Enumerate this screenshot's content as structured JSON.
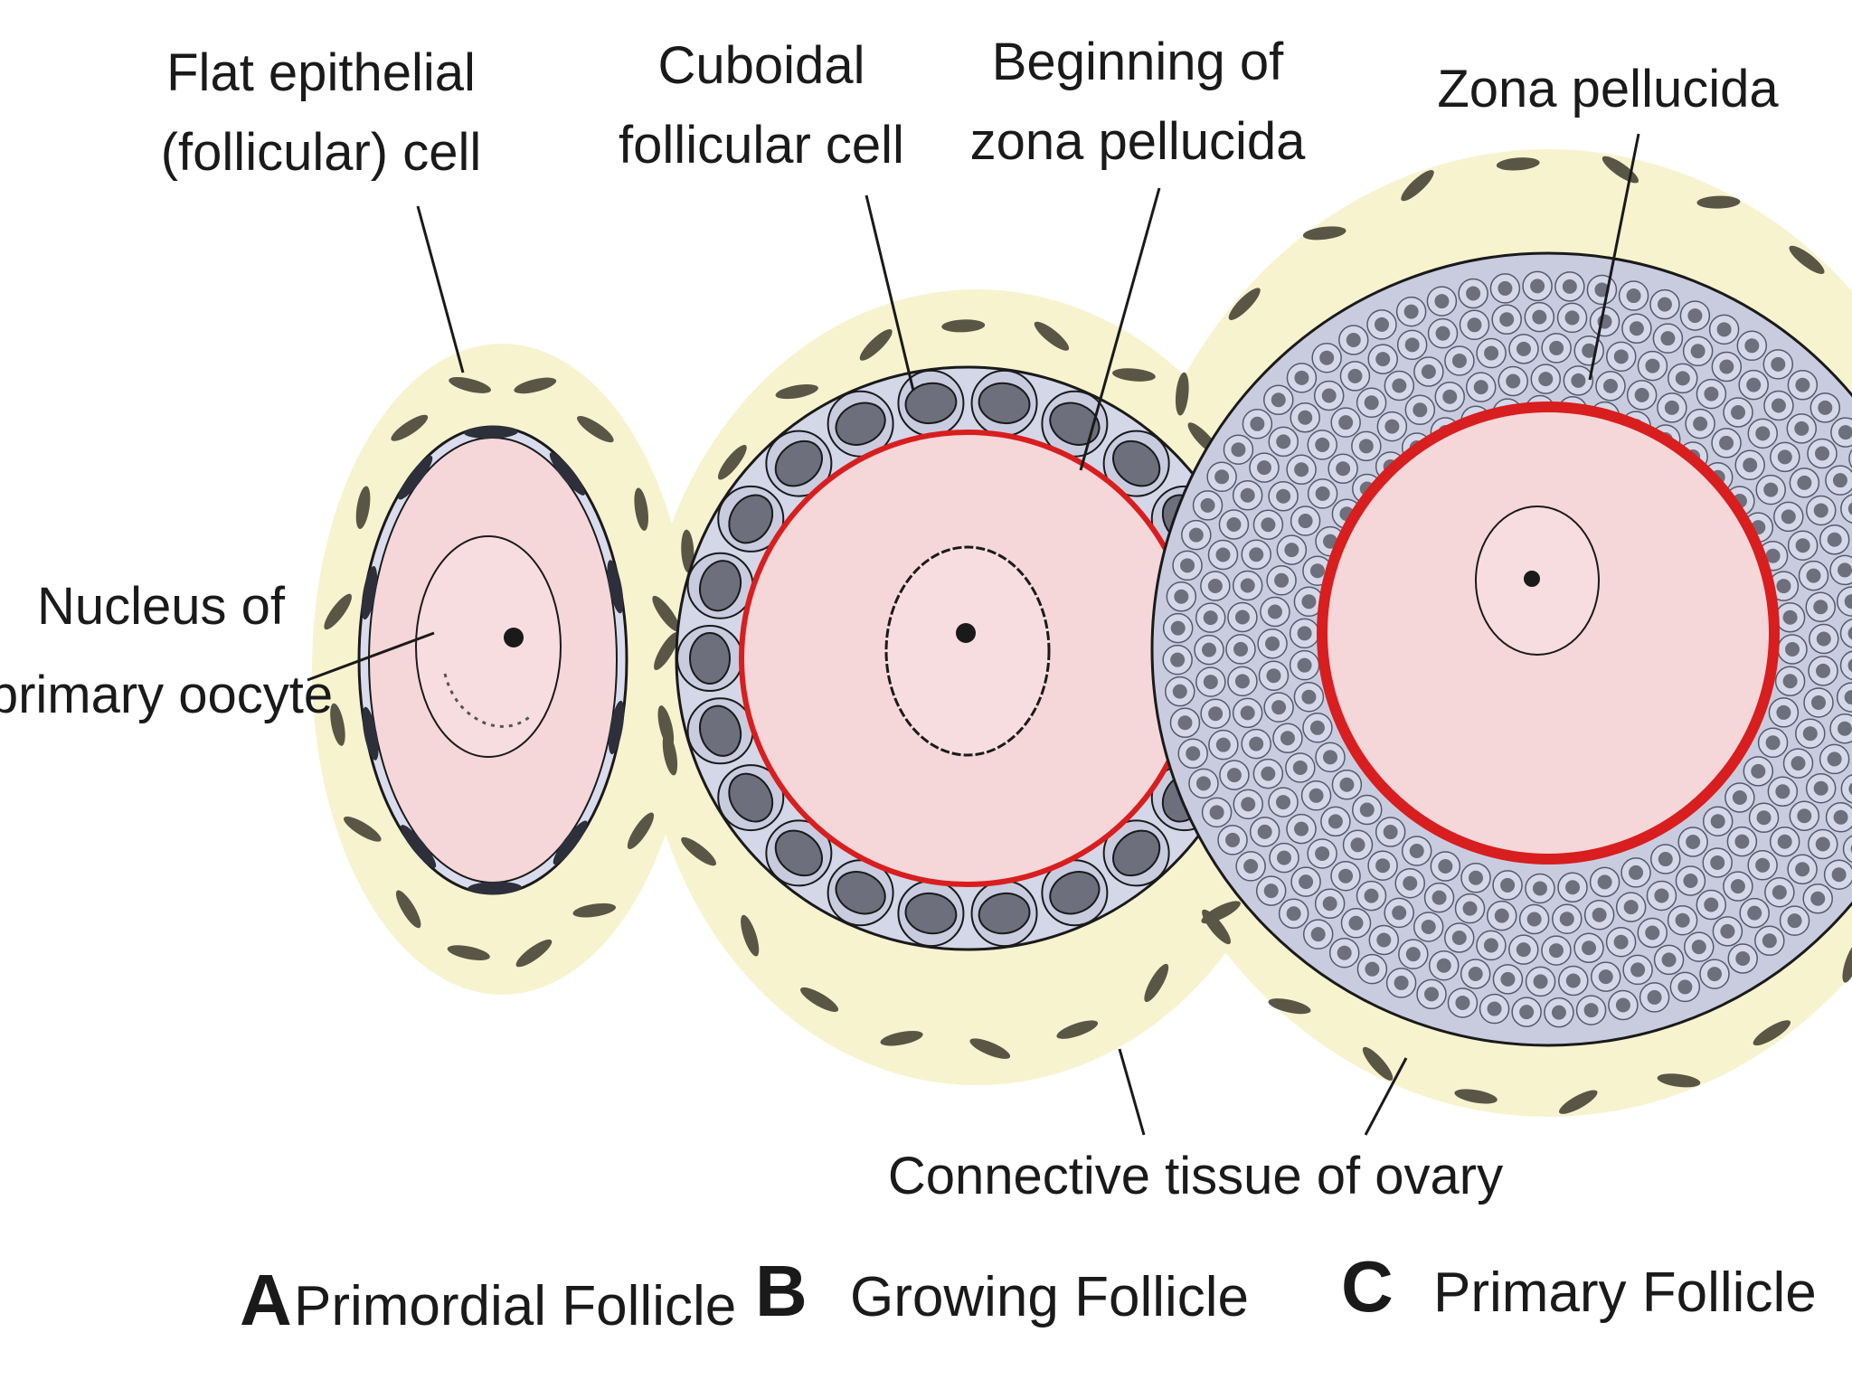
{
  "labels": {
    "flat_epithelial_1": "Flat epithelial",
    "flat_epithelial_2": "(follicular) cell",
    "cuboidal_1": "Cuboidal",
    "cuboidal_2": "follicular cell",
    "beginning_zona_1": "Beginning of",
    "beginning_zona_2": "zona pellucida",
    "zona_pellucida": "Zona pellucida",
    "nucleus_1": "Nucleus of",
    "nucleus_2": "primary oocyte",
    "connective_tissue": "Connective tissue of ovary"
  },
  "panels": [
    {
      "letter": "A",
      "title": "Primordial Follicle"
    },
    {
      "letter": "B",
      "title": "Growing Follicle"
    },
    {
      "letter": "C",
      "title": "Primary Follicle"
    }
  ],
  "colors": {
    "stroma": "#f7f3cf",
    "oocyte": "#f5d6d9",
    "zona": "#d81e1e",
    "cell_fill": "#c9ccdf",
    "nucleus_fill": "#6d6f7c",
    "ink": "#1a1a1a",
    "fibroblast": "#5a5646"
  }
}
